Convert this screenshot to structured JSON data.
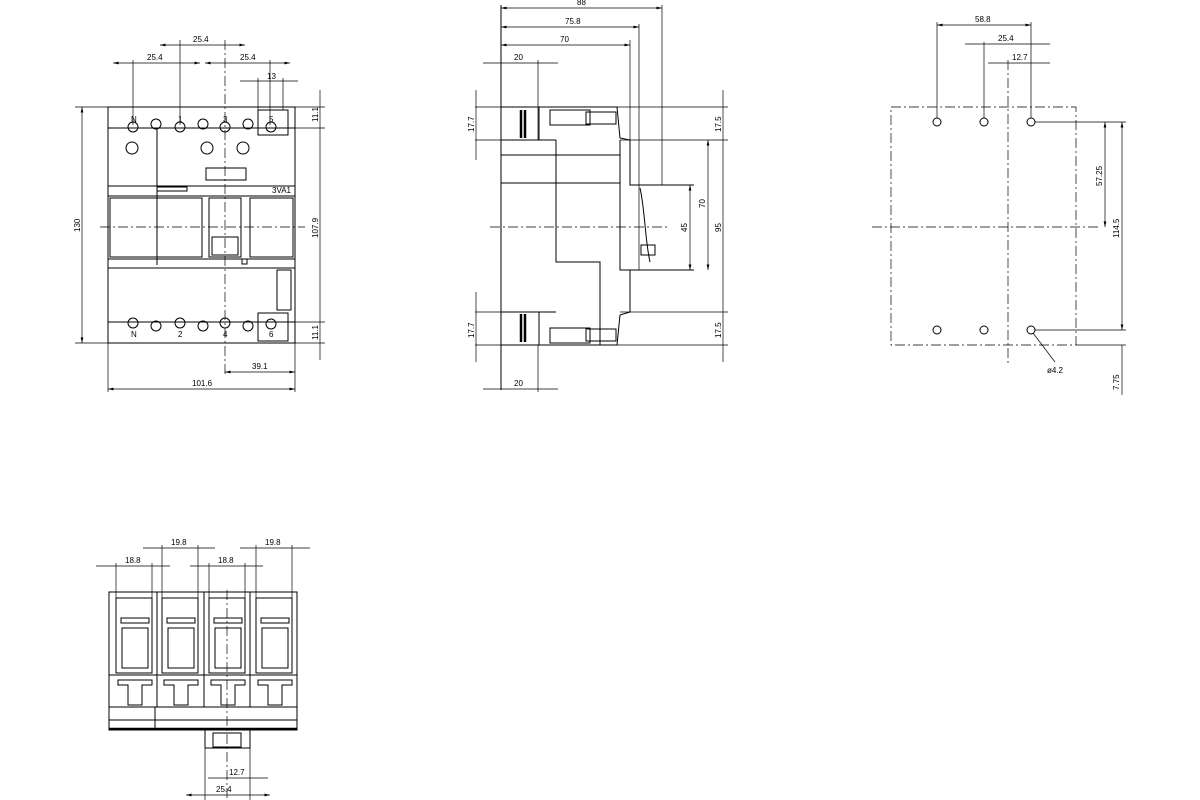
{
  "front_view": {
    "dims": {
      "pitch_top": "25.4",
      "pitch_left": "25.4",
      "pitch_right": "25.4",
      "terminal_width": "13",
      "terminal_top": "11.1",
      "terminal_bottom": "11.1",
      "height_total": "130",
      "height_inner": "107.9",
      "offset": "39.1",
      "width": "101.6"
    },
    "label_model": "3VA1",
    "pole_labels": [
      "N",
      "1",
      "3",
      "5",
      "N",
      "2",
      "4",
      "6"
    ]
  },
  "side_view": {
    "dims": {
      "depth_total": "88",
      "depth_2": "75.8",
      "depth_3": "70",
      "terminal_top_depth": "20",
      "terminal_bottom_depth": "20",
      "band_top_left": "17.7",
      "band_bottom_left": "17.7",
      "band_top_right": "17.5",
      "band_bottom_right": "17.5",
      "handle_45": "45",
      "handle_70": "70",
      "body_95": "95"
    }
  },
  "mounting_view": {
    "dims": {
      "hole_span": "58.8",
      "hole_pitch": "25.4",
      "half_pitch": "12.7",
      "half_height": "57.25",
      "hole_height": "114.5",
      "bottom_offset": "7.75",
      "hole_diameter": "ø4.2"
    }
  },
  "bottom_view": {
    "dims": {
      "terminal_18_8_a": "18.8",
      "terminal_18_8_b": "18.8",
      "pitch_19_8_a": "19.8",
      "pitch_19_8_b": "19.8",
      "tab_12_7": "12.7",
      "tab_25_4": "25.4"
    }
  }
}
